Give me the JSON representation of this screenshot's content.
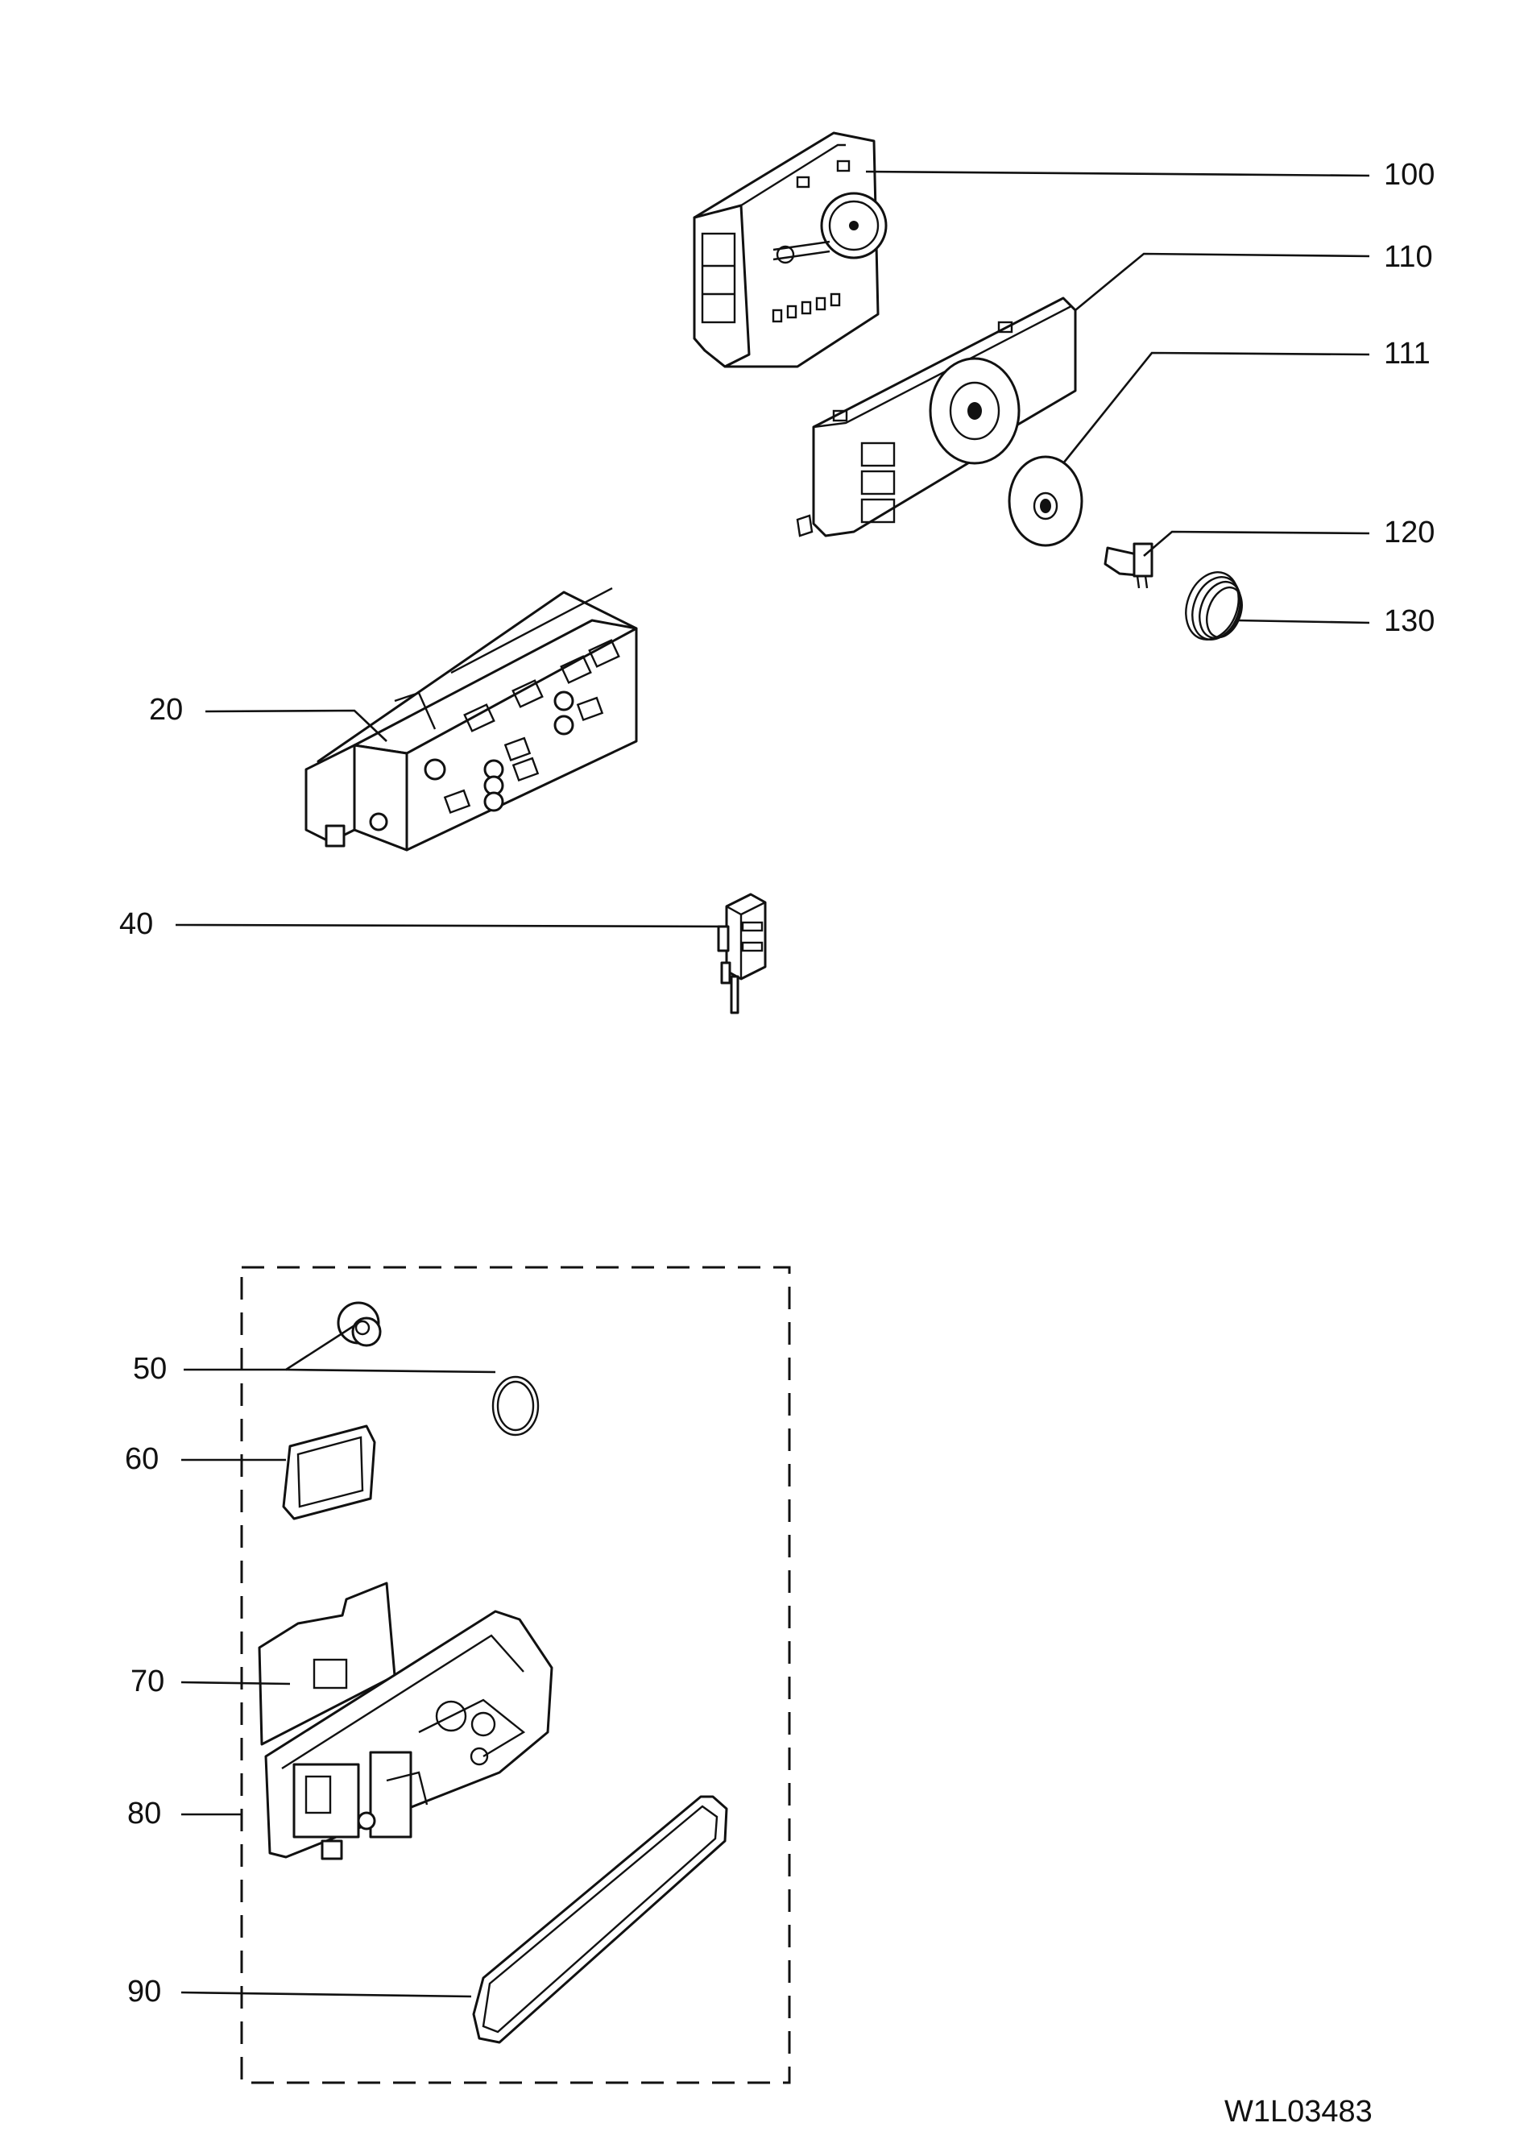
{
  "callouts": [
    {
      "id": "100",
      "text": "100"
    },
    {
      "id": "110",
      "text": "110"
    },
    {
      "id": "111",
      "text": "111"
    },
    {
      "id": "120",
      "text": "120"
    },
    {
      "id": "130",
      "text": "130"
    },
    {
      "id": "20",
      "text": "20"
    },
    {
      "id": "40",
      "text": "40"
    },
    {
      "id": "50",
      "text": "50"
    },
    {
      "id": "60",
      "text": "60"
    },
    {
      "id": "70",
      "text": "70"
    },
    {
      "id": "80",
      "text": "80"
    },
    {
      "id": "90",
      "text": "90"
    }
  ],
  "drawing_code": "W1L03483"
}
